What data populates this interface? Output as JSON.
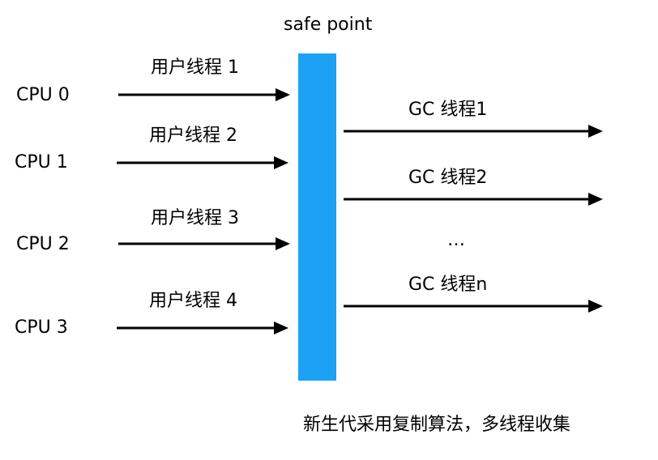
{
  "safe_point_label": "safe point",
  "cpus": [
    "CPU 0",
    "CPU 1",
    "CPU 2",
    "CPU 3"
  ],
  "user_threads": [
    "用户线程 1",
    "用户线程 2",
    "用户线程 3",
    "用户线程 4"
  ],
  "gc_threads": [
    "GC 线程1",
    "GC 线程2",
    "…",
    "GC 线程n"
  ],
  "caption": "新生代采用复制算法，多线程收集",
  "colors": {
    "bar": "#1da1f5",
    "arrow": "#000000"
  }
}
